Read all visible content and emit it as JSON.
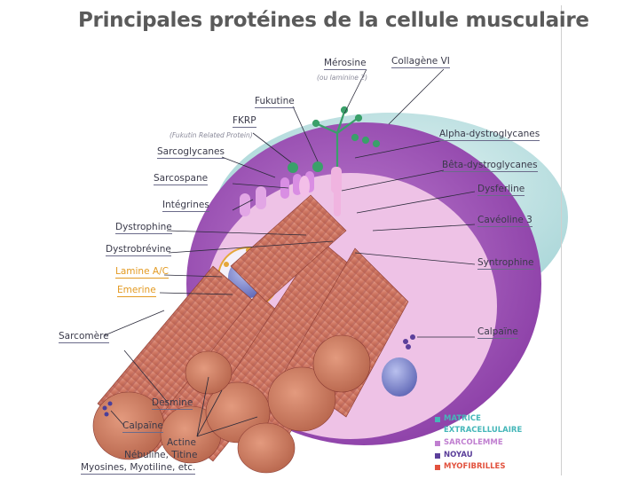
{
  "title": "Principales protéines de la cellule musculaire",
  "labels": {
    "merosine": "Mérosine",
    "merosine_sub": "(ou laminine 2)",
    "collagene": "Collagène VI",
    "fukutine": "Fukutine",
    "fkrp": "FKRP",
    "fkrp_sub": "(Fukutin Related Protein)",
    "alpha_dg": "Alpha-dystroglycanes",
    "sarcoglycanes": "Sarcoglycanes",
    "beta_dg": "Bêta-dystroglycanes",
    "sarcospane": "Sarcospane",
    "dysferline": "Dysferline",
    "integrines": "Intégrines",
    "caveoline": "Cavéoline 3",
    "dystrophine": "Dystrophine",
    "dystrobrevine": "Dystrobrévine",
    "syntrophine": "Syntrophine",
    "lamine": "Lamine A/C",
    "emerine": "Emerine",
    "sarcomere": "Sarcomère",
    "calpaine_right": "Calpaïne",
    "desmine": "Desmine",
    "calpaine_left": "Calpaïne",
    "actine": "Actine",
    "nebuline": "Nébuline, Titine",
    "myosines": "Myosines, Myotiline, etc."
  },
  "legend": [
    {
      "text": "MATRICE",
      "color": "#45b7b9"
    },
    {
      "text": "EXTRACELLULAIRE",
      "color": "#45b7b9"
    },
    {
      "text": "SARCOLEMME",
      "color": "#c07fd0"
    },
    {
      "text": "NOYAU",
      "color": "#5b3f9a"
    },
    {
      "text": "MYOFIBRILLES",
      "color": "#e2523e"
    }
  ],
  "colors": {
    "matrix": "#bfe3e4",
    "sarcolemma": "#a55bc0",
    "cytoplasm": "#eec2e6",
    "fiber": "#d98f80",
    "fiber_end": "#c97a62",
    "nucleus": "#7c85c9",
    "label_text": "#3a3a4a",
    "orange_text": "#e39a22"
  }
}
